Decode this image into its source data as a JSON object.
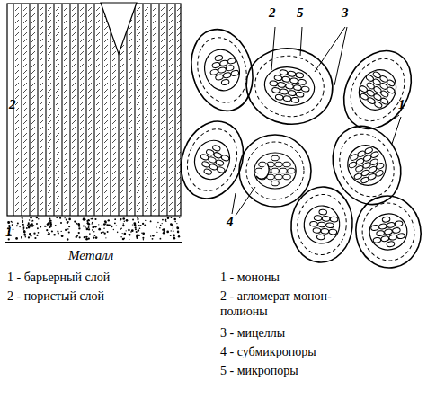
{
  "diagram": {
    "labels": [
      "2",
      "1",
      "Металл",
      "2",
      "5",
      "3",
      "1",
      "4",
      "1 - барьерный слой",
      "2 - пористый слой",
      "1 - мононы",
      "2 - агломерат монон- полионы",
      "3 - мицеллы",
      "4 - субмикропоры",
      "5 - микропоры"
    ]
  }
}
